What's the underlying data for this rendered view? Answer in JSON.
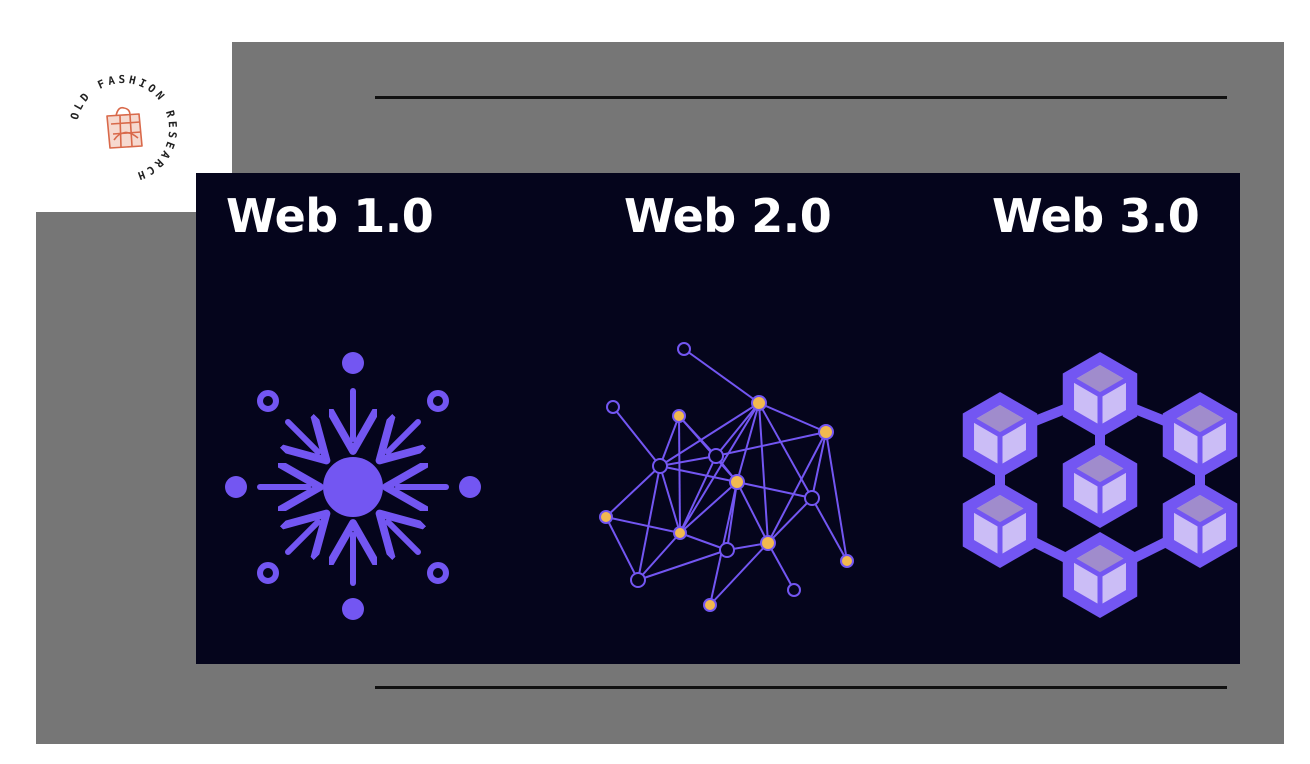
{
  "logo": {
    "text": "OLD FASHION RESEARCH"
  },
  "labels": {
    "web1": "Web 1.0",
    "web2": "Web 2.0",
    "web3": "Web 3.0"
  },
  "colors": {
    "panel_bg": "#05051c",
    "accent_purple": "#7356f2",
    "node_yellow": "#f2b94f",
    "cube_light": "#cbbdf6",
    "cube_top": "#a08ccc",
    "frame_gray": "#767676",
    "logo_orange": "#d9694a"
  },
  "icons": {
    "web1": "centralized-arrows-icon",
    "web2": "network-graph-icon",
    "web3": "blockchain-cubes-icon",
    "logo": "shopping-bag-icon"
  }
}
